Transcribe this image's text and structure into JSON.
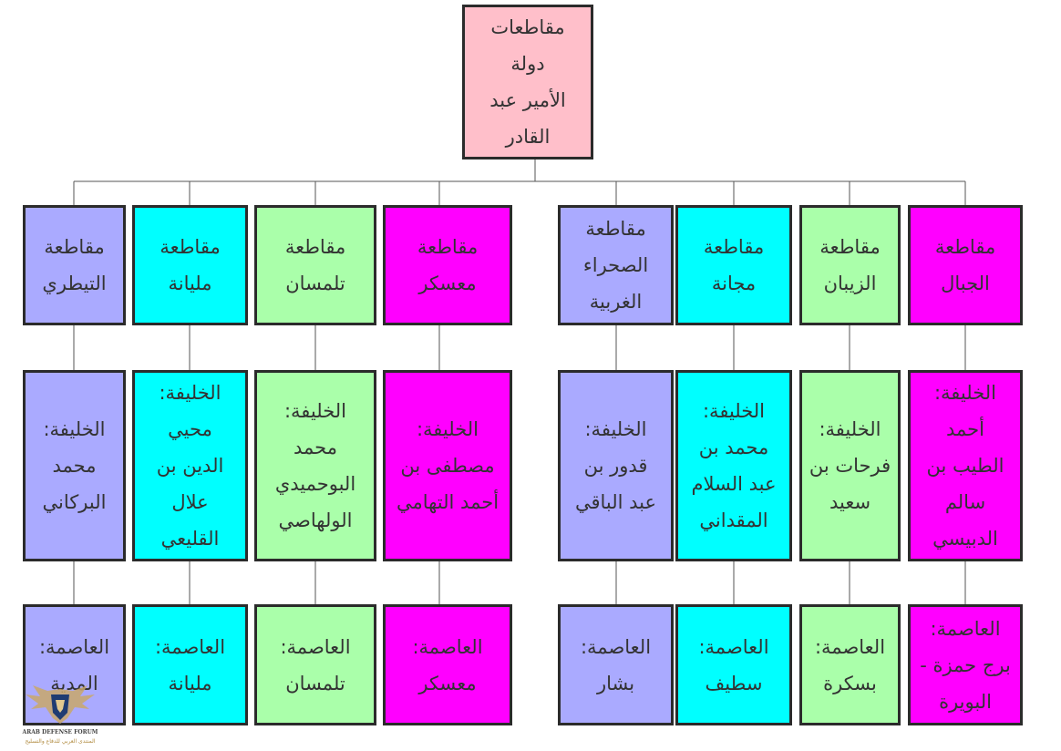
{
  "root": {
    "label": "مقاطعات\nدولة\nالأمير عبد\nالقادر"
  },
  "regions": [
    {
      "name": "مقاطعة\nالجبال",
      "khalifa": "الخليفة:\nأحمد\nالطيب بن\nسالم\nالدبيسي",
      "capital": "العاصمة:\nبرج حمزة -\nالبويرة",
      "color": "#ff00ff"
    },
    {
      "name": "مقاطعة\nالزيبان",
      "khalifa": "الخليفة:\nفرحات بن\nسعيد",
      "capital": "العاصمة:\nبسكرة",
      "color": "#aaffaa"
    },
    {
      "name": "مقاطعة\nمجانة",
      "khalifa": "الخليفة:\nمحمد بن\nعبد السلام\nالمقداني",
      "capital": "العاصمة:\nسطيف",
      "color": "#00ffff"
    },
    {
      "name": "مقاطعة\nالصحراء\nالغربية",
      "khalifa": "الخليفة:\nقدور بن\nعبد الباقي",
      "capital": "العاصمة:\nبشار",
      "color": "#aaaaff"
    },
    {
      "name": "مقاطعة\nمعسكر",
      "khalifa": "الخليفة:\nمصطفى بن\nأحمد التهامي",
      "capital": "العاصمة:\nمعسكر",
      "color": "#ff00ff"
    },
    {
      "name": "مقاطعة\nتلمسان",
      "khalifa": "الخليفة:\nمحمد\nالبوحميدي\nالولهاصي",
      "capital": "العاصمة:\nتلمسان",
      "color": "#aaffaa"
    },
    {
      "name": "مقاطعة\nمليانة",
      "khalifa": "الخليفة:\nمحيي\nالدين بن\nعلال\nالقليعي",
      "capital": "العاصمة:\nمليانة",
      "color": "#00ffff"
    },
    {
      "name": "مقاطعة\nالتيطري",
      "khalifa": "الخليفة:\nمحمد\nالبركاني",
      "capital": "العاصمة:\nالمدية",
      "color": "#aaaaff"
    }
  ],
  "watermark": {
    "line1": "ARAB DEFENSE FORUM",
    "line2": "المنتدى العربي للدفاع والتسليح"
  }
}
